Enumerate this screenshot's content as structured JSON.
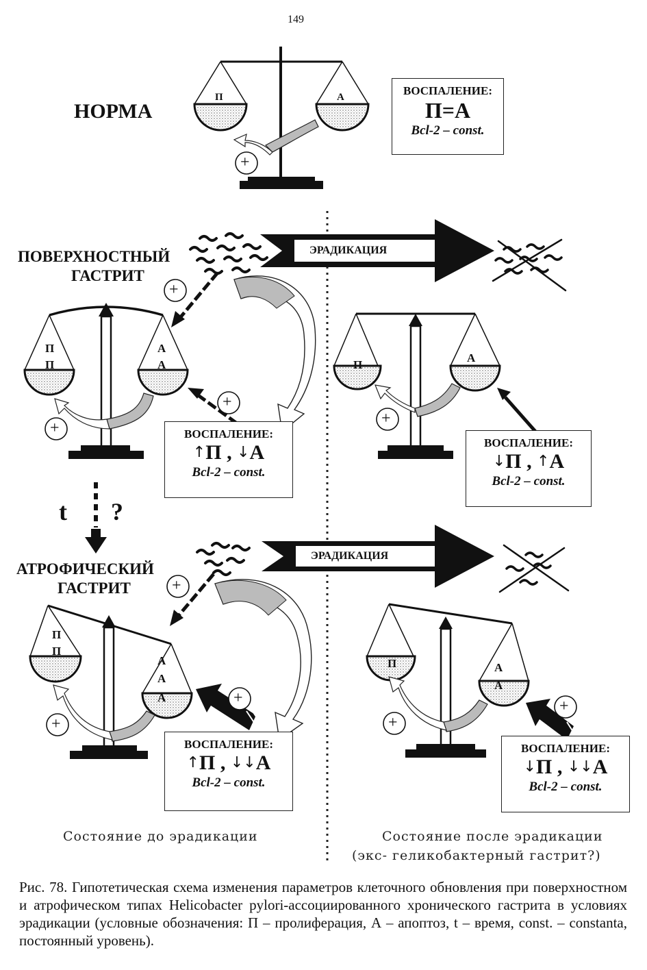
{
  "page_number": "149",
  "norma": {
    "title": "НОРМА",
    "pan_left": "П",
    "pan_right": "А",
    "plus": "+",
    "box": {
      "title": "ВОСПАЛЕНИЕ:",
      "formula": "П=А",
      "bcl": "Bcl-2 – const."
    }
  },
  "eradication_label": "ЭРАДИКАЦИЯ",
  "superficial": {
    "title_line1": "ПОВЕРХНОСТНЫЙ",
    "title_line2": "ГАСТРИТ",
    "before": {
      "pan_left": [
        "П",
        "П"
      ],
      "pan_right": [
        "А",
        "А"
      ],
      "plus": "+",
      "box": {
        "title": "ВОСПАЛЕНИЕ:",
        "p_arrows": "↑",
        "p": "П ,",
        "a_arrows": "↓",
        "a": "А",
        "bcl": "Bcl-2 – const."
      }
    },
    "after": {
      "pan_left": "П",
      "pan_right": "А",
      "plus": "+",
      "box": {
        "title": "ВОСПАЛЕНИЕ:",
        "p_arrows": "↓",
        "p": "П ,",
        "a_arrows": "↑",
        "a": "А",
        "bcl": "Bcl-2 – const."
      }
    }
  },
  "transition": {
    "t": "t",
    "q": "?"
  },
  "atrophic": {
    "title_line1": "АТРОФИЧЕСКИЙ",
    "title_line2": "ГАСТРИТ",
    "before": {
      "pan_left": [
        "П",
        "П"
      ],
      "pan_right": [
        "А",
        "А",
        "А"
      ],
      "plus": "+",
      "box": {
        "title": "ВОСПАЛЕНИЕ:",
        "p_arrows": "↑",
        "p": "П ,",
        "a_arrows": "↓↓",
        "a": "А",
        "bcl": "Bcl-2 – const."
      }
    },
    "after": {
      "pan_left": "П",
      "pan_right": [
        "А",
        "А"
      ],
      "plus": "+",
      "box": {
        "title": "ВОСПАЛЕНИЕ:",
        "p_arrows": "↓",
        "p": "П ,",
        "a_arrows": "↓↓",
        "a": "А",
        "bcl": "Bcl-2 – const."
      }
    }
  },
  "state_before": "Состояние до эрадикации",
  "state_after_line1": "Состояние после эрадикации",
  "state_after_line2": "(экс- геликобактерный гастрит?)",
  "caption": "Рис. 78. Гипотетическая схема изменения параметров клеточного обновления при поверхностном и атрофическом типах Helicobacter pylori-ассоциированного хронического гастрита в условиях эрадикации (условные обозначения: П – пролиферация, А – апоптоз, t – время, const. – constanta, постоянный уровень)."
}
